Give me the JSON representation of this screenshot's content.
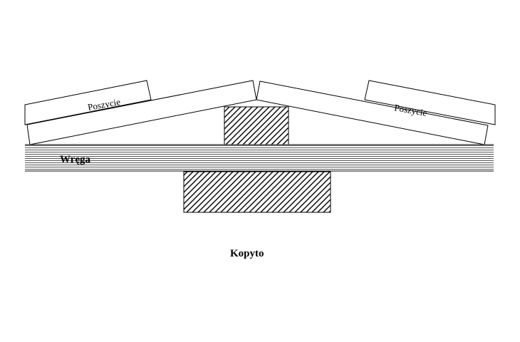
{
  "labels": {
    "plank_left": "Poszycie",
    "plank_right": "Poszycie",
    "frame": "Wręga",
    "block": "Kopyto"
  },
  "colors": {
    "stroke": "#000000",
    "background": "#ffffff"
  }
}
